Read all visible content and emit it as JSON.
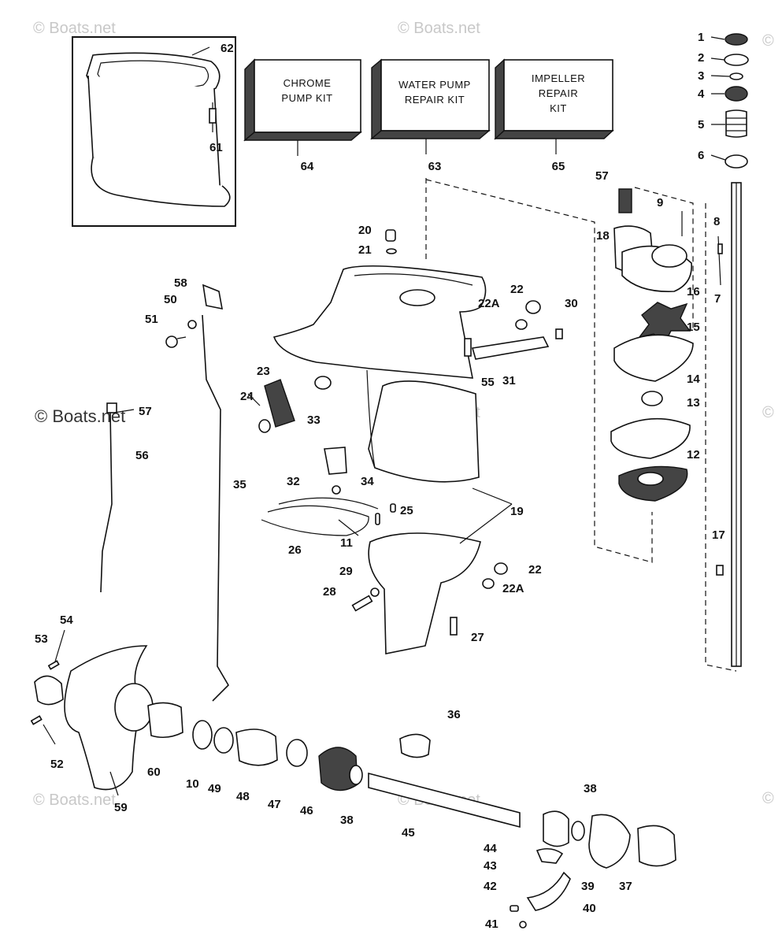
{
  "watermark": {
    "text": "© Boats.net",
    "corner_symbol": "©"
  },
  "kits": [
    {
      "lines": [
        "CHROME",
        "PUMP KIT"
      ],
      "number": "64"
    },
    {
      "lines": [
        "WATER PUMP",
        "REPAIR KIT"
      ],
      "number": "63"
    },
    {
      "lines": [
        "IMPELLER",
        "REPAIR",
        "KIT"
      ],
      "number": "65"
    }
  ],
  "callouts": {
    "p62": "62",
    "p61": "61",
    "p1": "1",
    "p2": "2",
    "p3": "3",
    "p4": "4",
    "p5": "5",
    "p6": "6",
    "p7": "7",
    "p8": "8",
    "p9": "9",
    "p57a": "57",
    "p18": "18",
    "p16": "16",
    "p15": "15",
    "p14": "14",
    "p13": "13",
    "p12": "12",
    "p17": "17",
    "p20": "20",
    "p21": "21",
    "p22a": "22",
    "p22Aa": "22A",
    "p30": "30",
    "p55": "55",
    "p31": "31",
    "p58": "58",
    "p50": "50",
    "p51": "51",
    "p23": "23",
    "p24": "24",
    "p57b": "57",
    "p56": "56",
    "p33": "33",
    "p32": "32",
    "p34": "34",
    "p35": "35",
    "p25": "25",
    "p26": "26",
    "p11": "11",
    "p19": "19",
    "p29": "29",
    "p28": "28",
    "p22b": "22",
    "p22Ab": "22A",
    "p27": "27",
    "p54": "54",
    "p53": "53",
    "p52": "52",
    "p59": "59",
    "p60": "60",
    "p10": "10",
    "p49": "49",
    "p48": "48",
    "p47": "47",
    "p46": "46",
    "p38a": "38",
    "p36": "36",
    "p45": "45",
    "p38b": "38",
    "p44": "44",
    "p43": "43",
    "p42": "42",
    "p41": "41",
    "p40": "40",
    "p39": "39",
    "p37": "37"
  }
}
